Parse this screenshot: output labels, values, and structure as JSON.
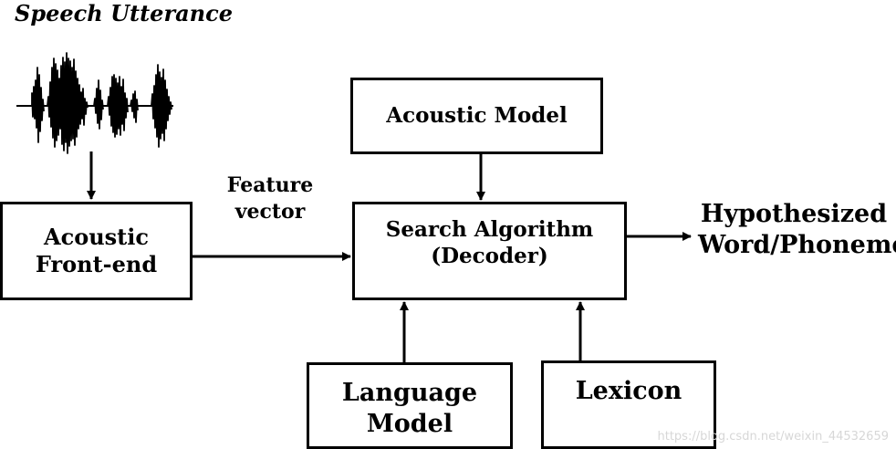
{
  "diagram": {
    "title": "Speech Utterance",
    "nodes": {
      "acoustic_front_end": "Acoustic\nFront-end",
      "acoustic_model": "Acoustic Model",
      "search_algorithm": "Search Algorithm\n(Decoder)",
      "language_model": "Language\nModel",
      "lexicon": "Lexicon"
    },
    "edge_labels": {
      "feature_vector": "Feature\nvector"
    },
    "output": "Hypothesized\nWord/Phoneme",
    "edges": [
      {
        "from": "speech_utterance",
        "to": "acoustic_front_end"
      },
      {
        "from": "acoustic_front_end",
        "to": "search_algorithm",
        "label": "Feature vector"
      },
      {
        "from": "acoustic_model",
        "to": "search_algorithm"
      },
      {
        "from": "language_model",
        "to": "search_algorithm"
      },
      {
        "from": "lexicon",
        "to": "search_algorithm"
      },
      {
        "from": "search_algorithm",
        "to": "output"
      }
    ]
  },
  "watermark": "https://blog.csdn.net/weixin_44532659",
  "colors": {
    "stroke": "#000000",
    "background": "#ffffff",
    "watermark": "#d7d7d7"
  }
}
